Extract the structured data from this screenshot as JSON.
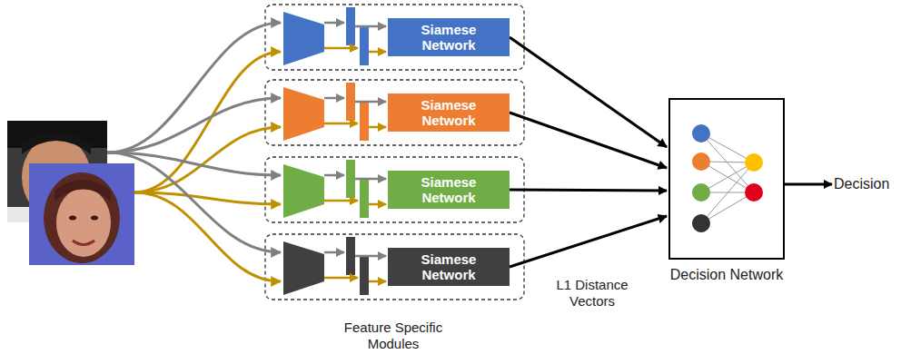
{
  "diagram": {
    "nodes": [
      {
        "text": [
          "Siamese Network"
        ]
      },
      {
        "text": [
          "Siamese Network"
        ]
      },
      {
        "text": [
          "Siamese Network"
        ]
      },
      {
        "text": [
          "Siamese Network"
        ]
      },
      {
        "text": [
          "Decision Network"
        ]
      },
      {
        "text": [
          "Decision"
        ]
      }
    ],
    "edges": [
      {
        "from": 0,
        "to": 4,
        "arrow": "to"
      },
      {
        "from": 1,
        "to": 4,
        "arrow": "to"
      },
      {
        "from": 2,
        "to": 4,
        "arrow": "to"
      },
      {
        "from": 3,
        "to": 4,
        "arrow": "to"
      },
      {
        "from": 4,
        "to": 5,
        "arrow": "to"
      }
    ],
    "labels": [
      "L1 Distance Vectors",
      "Feature Specific Modules"
    ]
  }
}
